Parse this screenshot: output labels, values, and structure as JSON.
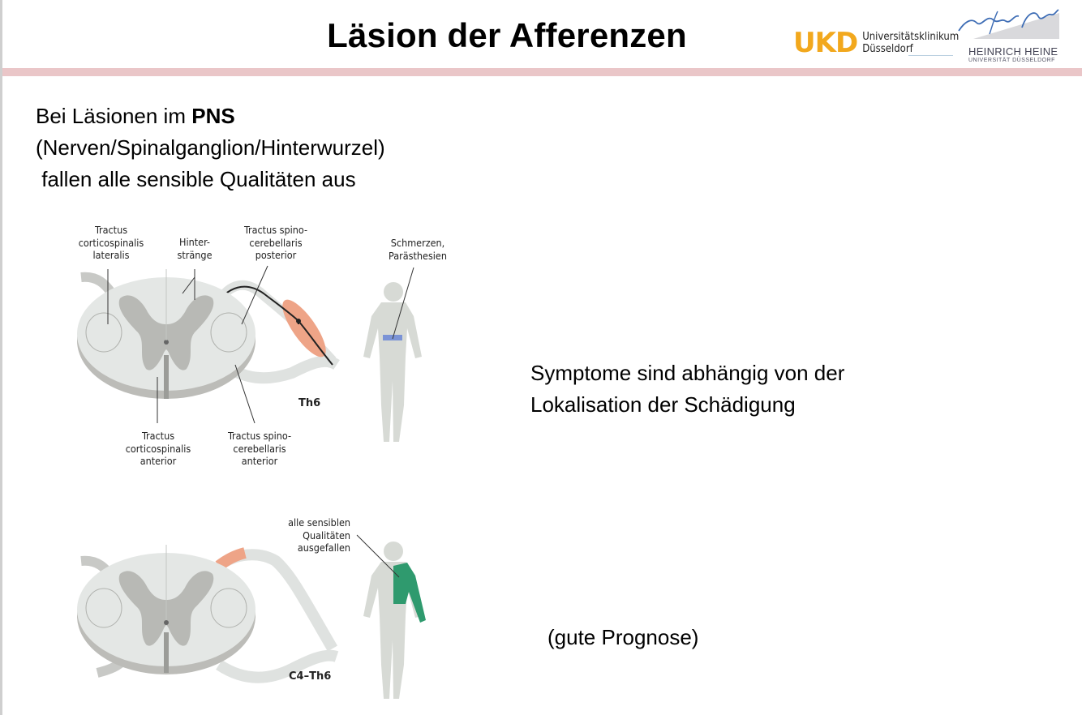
{
  "slide": {
    "title": "Läsion der Afferenzen",
    "logos": {
      "ukd": {
        "mark": "UKD",
        "line1": "Universitätsklinikum",
        "line2": "Düsseldorf",
        "color": "#f2a81d"
      },
      "hhu": {
        "signature": "Heinrich Heine",
        "name": "HEINRICH HEINE",
        "sub": "UNIVERSITÄT DÜSSELDORF"
      }
    },
    "accent_bar_color": "#eac6c8",
    "intro": {
      "line1_prefix": "Bei Läsionen im ",
      "line1_bold": "PNS",
      "line2": "(Nerven/Spinalganglion/Hinterwurzel)",
      "line3": " fallen alle sensible Qualitäten aus"
    },
    "symptome": {
      "line1": "Symptome sind abhängig von der",
      "line2": "Lokalisation der Schädigung"
    },
    "prognose": "(gute Prognose)"
  },
  "figure_top": {
    "labels": {
      "tcl": [
        "Tractus",
        "corticospinalis",
        "lateralis"
      ],
      "hinter": [
        "Hinter-",
        "stränge"
      ],
      "tscp": [
        "Tractus spino-",
        "cerebellaris",
        "posterior"
      ],
      "schmerz": [
        "Schmerzen,",
        "Parästhesien"
      ],
      "tca": [
        "Tractus",
        "corticospinalis",
        "anterior"
      ],
      "tsca": [
        "Tractus spino-",
        "cerebellaris",
        "anterior"
      ]
    },
    "segment": "Th6",
    "lesion_color": "#eea487",
    "dermatome_color": "#7b93d6"
  },
  "figure_bottom": {
    "labels": {
      "ausfall": [
        "alle sensiblen",
        "Qualitäten",
        "ausgefallen"
      ]
    },
    "segment": "C4–Th6",
    "lesion_color": "#eea487",
    "dermatome_color": "#2f9a6e"
  }
}
